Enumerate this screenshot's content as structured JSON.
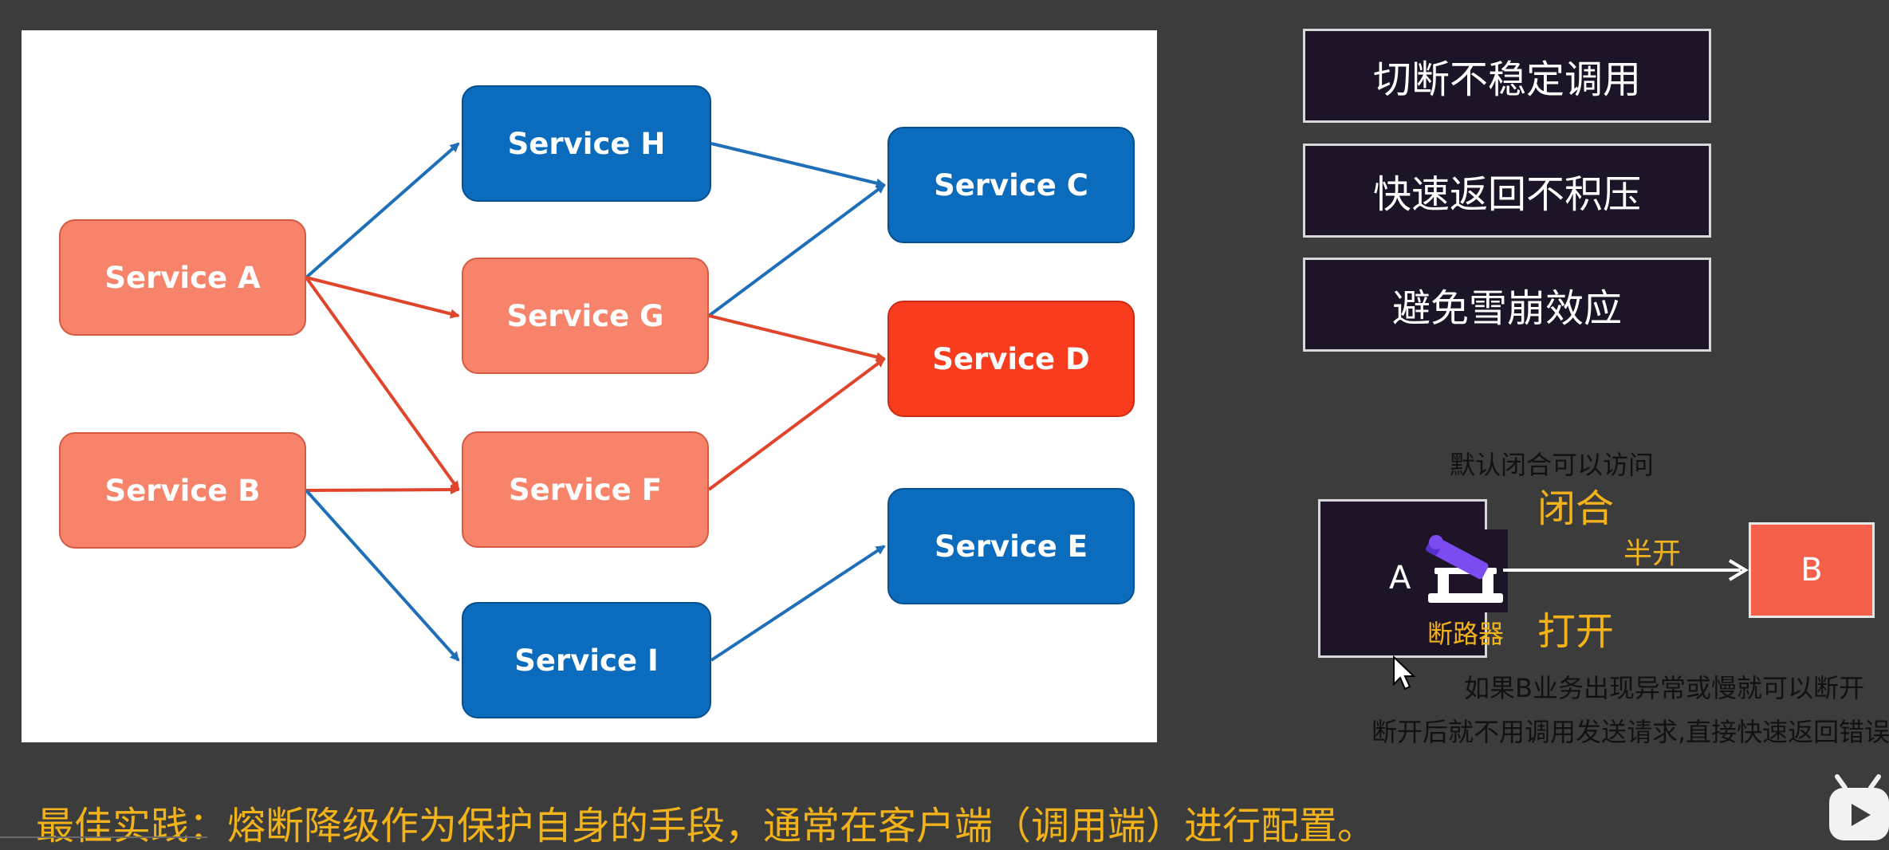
{
  "diagram": {
    "services": [
      {
        "id": "A",
        "label": "Service A",
        "color": "#f8836b"
      },
      {
        "id": "B",
        "label": "Service B",
        "color": "#f8836b"
      },
      {
        "id": "H",
        "label": "Service H",
        "color": "#0b6cbd"
      },
      {
        "id": "G",
        "label": "Service G",
        "color": "#f8836b"
      },
      {
        "id": "F",
        "label": "Service F",
        "color": "#f8836b"
      },
      {
        "id": "I",
        "label": "Service I",
        "color": "#0b6cbd"
      },
      {
        "id": "C",
        "label": "Service C",
        "color": "#0b6cbd"
      },
      {
        "id": "D",
        "label": "Service D",
        "color": "#fa3c1e"
      },
      {
        "id": "E",
        "label": "Service E",
        "color": "#0b6cbd"
      }
    ],
    "edges": [
      {
        "from": "A",
        "to": "H",
        "color": "#1f6fb8"
      },
      {
        "from": "A",
        "to": "G",
        "color": "#e0452c"
      },
      {
        "from": "A",
        "to": "F",
        "color": "#e0452c"
      },
      {
        "from": "B",
        "to": "F",
        "color": "#e0452c"
      },
      {
        "from": "B",
        "to": "I",
        "color": "#1f6fb8"
      },
      {
        "from": "H",
        "to": "C",
        "color": "#1f6fb8"
      },
      {
        "from": "G",
        "to": "C",
        "color": "#1f6fb8"
      },
      {
        "from": "G",
        "to": "D",
        "color": "#e0452c"
      },
      {
        "from": "F",
        "to": "D",
        "color": "#e0452c"
      },
      {
        "from": "I",
        "to": "E",
        "color": "#1f6fb8"
      }
    ]
  },
  "features": [
    "切断不稳定调用",
    "快速返回不积压",
    "避免雪崩效应"
  ],
  "breaker": {
    "default_note": "默认闭合可以访问",
    "closed": "闭合",
    "half_open": "半开",
    "open": "打开",
    "node_a": "A",
    "node_b": "B",
    "breaker_label": "断路器",
    "break_note_1": "如果B业务出现异常或慢就可以断开",
    "break_note_2": "断开后就不用调用发送请求,直接快速返回错误"
  },
  "caption": "最佳实践：熔断降级作为保护自身的手段，通常在客户端（调用端）进行配置。"
}
